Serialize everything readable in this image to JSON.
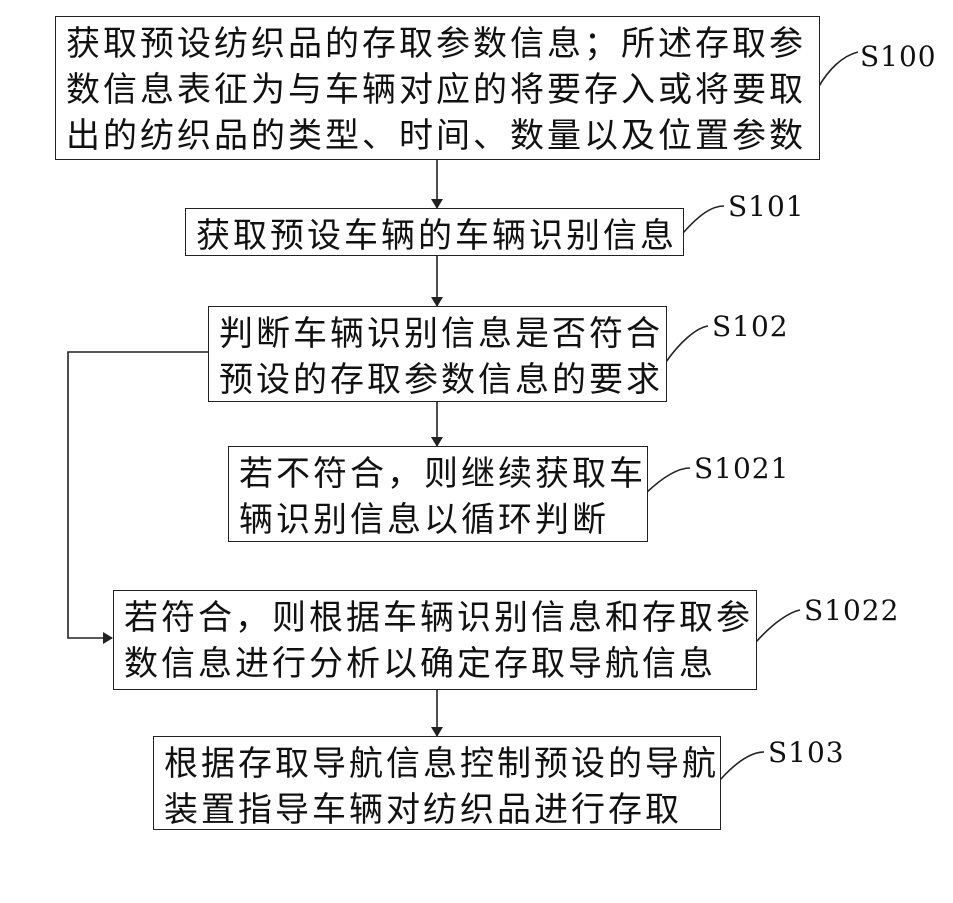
{
  "steps": [
    {
      "id": "S100",
      "lines": [
        "获取预设纺织品的存取参数信息；所述存取参",
        "数信息表征为与车辆对应的将要存入或将要取",
        "出的纺织品的类型、时间、数量以及位置参数"
      ]
    },
    {
      "id": "S101",
      "lines": [
        "获取预设车辆的车辆识别信息"
      ]
    },
    {
      "id": "S102",
      "lines": [
        "判断车辆识别信息是否符合",
        "预设的存取参数信息的要求"
      ]
    },
    {
      "id": "S1021",
      "lines": [
        "若不符合，则继续获取车",
        "辆识别信息以循环判断"
      ]
    },
    {
      "id": "S1022",
      "lines": [
        "若符合，则根据车辆识别信息和存取参",
        "数信息进行分析以确定存取导航信息"
      ]
    },
    {
      "id": "S103",
      "lines": [
        "根据存取导航信息控制预设的导航",
        "装置指导车辆对纺织品进行存取"
      ]
    }
  ]
}
